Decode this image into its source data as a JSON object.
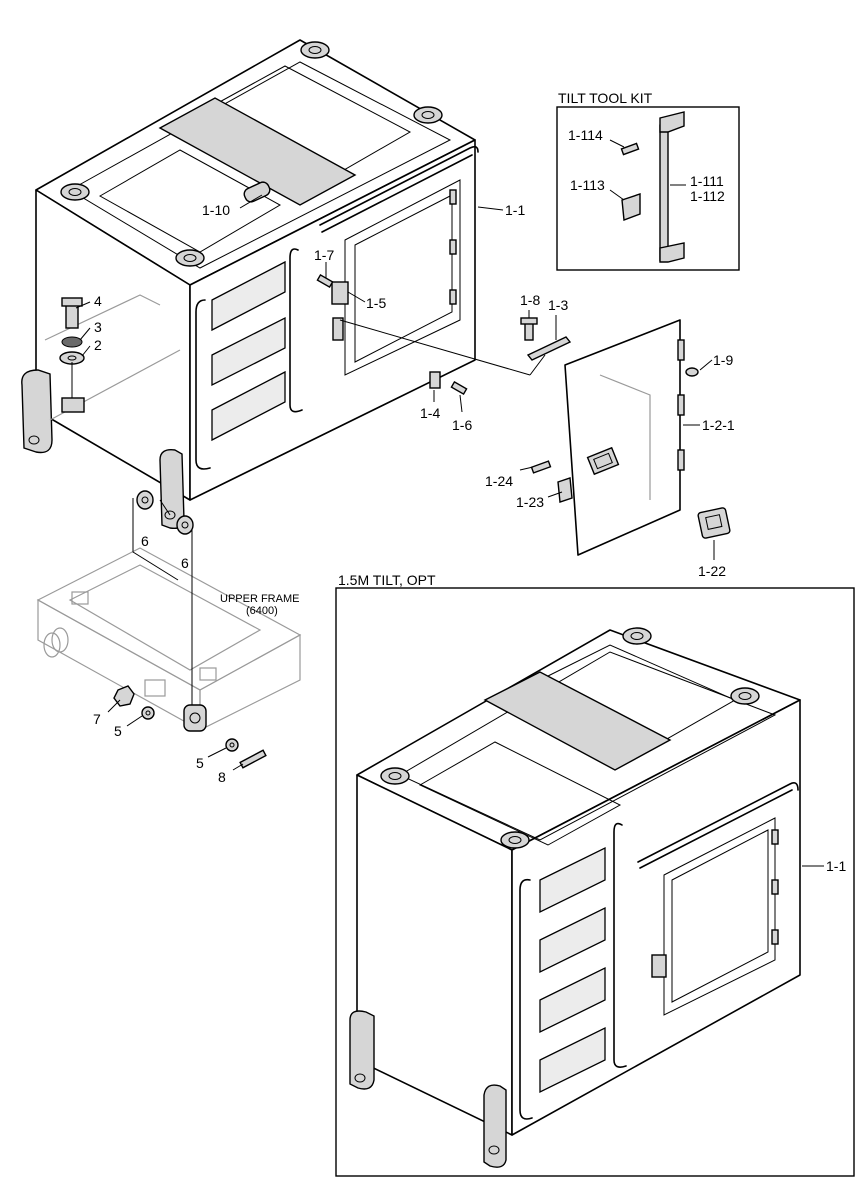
{
  "diagram": {
    "callouts": [
      {
        "id": "c-1-1-top",
        "text": "1-1"
      },
      {
        "id": "c-1-10",
        "text": "1-10"
      },
      {
        "id": "c-1-7",
        "text": "1-7"
      },
      {
        "id": "c-1-5",
        "text": "1-5"
      },
      {
        "id": "c-1-4",
        "text": "1-4"
      },
      {
        "id": "c-1-6",
        "text": "1-6"
      },
      {
        "id": "c-1-8",
        "text": "1-8"
      },
      {
        "id": "c-1-3",
        "text": "1-3"
      },
      {
        "id": "c-1-9",
        "text": "1-9"
      },
      {
        "id": "c-1-2-1",
        "text": "1-2-1"
      },
      {
        "id": "c-1-24",
        "text": "1-24"
      },
      {
        "id": "c-1-23",
        "text": "1-23"
      },
      {
        "id": "c-1-22",
        "text": "1-22"
      },
      {
        "id": "c-4",
        "text": "4"
      },
      {
        "id": "c-3",
        "text": "3"
      },
      {
        "id": "c-2",
        "text": "2"
      },
      {
        "id": "c-6a",
        "text": "6"
      },
      {
        "id": "c-6b",
        "text": "6"
      },
      {
        "id": "c-7",
        "text": "7"
      },
      {
        "id": "c-5a",
        "text": "5"
      },
      {
        "id": "c-5b",
        "text": "5"
      },
      {
        "id": "c-8",
        "text": "8"
      },
      {
        "id": "c-1-114",
        "text": "1-114"
      },
      {
        "id": "c-1-113",
        "text": "1-113"
      },
      {
        "id": "c-1-111",
        "text": "1-111"
      },
      {
        "id": "c-1-112",
        "text": "1-112"
      },
      {
        "id": "c-1-1-opt",
        "text": "1-1"
      }
    ],
    "tilt_tool_kit_title": "TILT TOOL KIT",
    "option_title": "1.5M TILT, OPT",
    "upper_frame_label": "UPPER FRAME",
    "upper_frame_code": "(6400)"
  }
}
